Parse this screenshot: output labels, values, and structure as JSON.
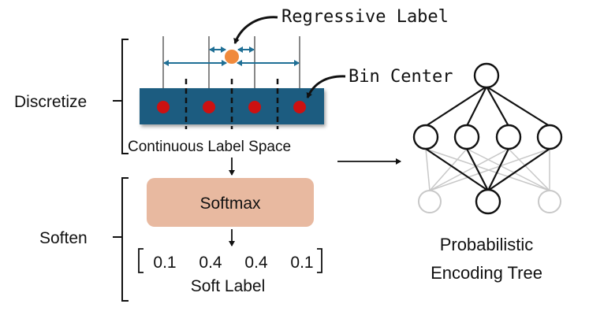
{
  "labels": {
    "regressive_label": "Regressive Label",
    "bin_center": "Bin Center",
    "discretize": "Discretize",
    "continuous_label_space": "Continuous Label Space",
    "softmax": "Softmax",
    "soften": "Soften",
    "soft_label_values": [
      "0.1",
      "0.4",
      "0.4",
      "0.1"
    ],
    "soft_label": "Soft Label",
    "tree_title_line1": "Probabilistic",
    "tree_title_line2": "Encoding Tree"
  },
  "colors": {
    "label_space_bar": "#1f5c80",
    "bin_center_dot": "#cc1111",
    "regressive_dot": "#f08a3c",
    "softmax_box": "#e8b9a0",
    "arrow_blue": "#1f6f95",
    "tree_active": "#111111",
    "tree_inactive": "#c8c8c8"
  }
}
